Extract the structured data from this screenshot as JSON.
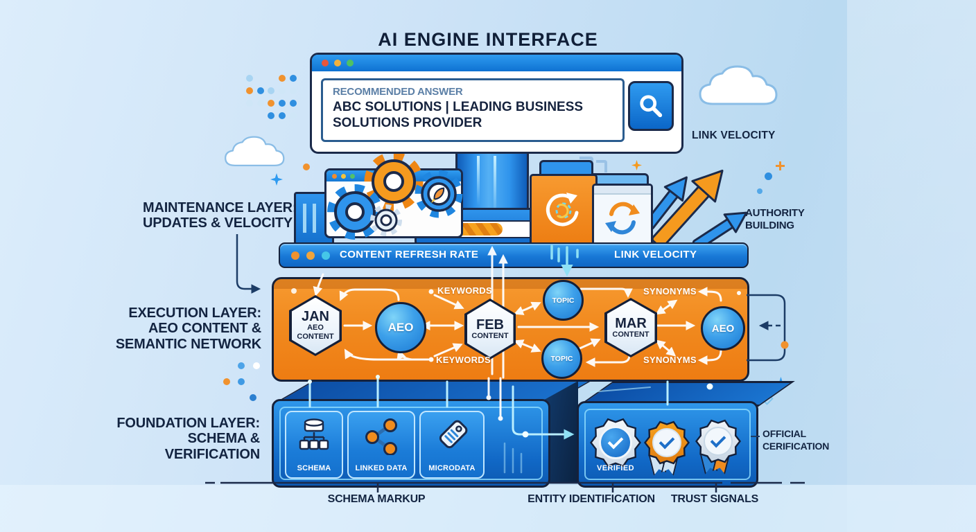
{
  "title": "AI ENGINE INTERFACE",
  "browser": {
    "recommended_label": "RECOMMENDED ANSWER",
    "answer_line1": "ABC SOLUTIONS | LEADING BUSINESS",
    "answer_line2": "SOLUTIONS PROVIDER"
  },
  "maintenance": {
    "label_line1": "MAINTENANCE LAYER:",
    "label_line2": "UPDATES & VELOCITY",
    "bar_left_label": "CONTENT REFRESH RATE",
    "bar_right_label": "LINK VELOCITY",
    "link_velocity_caption": "LINK VELOCITY",
    "authority_line1": "AUTHORITY",
    "authority_line2": "BUILDING"
  },
  "execution": {
    "label_line1": "EXECUTION LAYER:",
    "label_line2": "AEO CONTENT &",
    "label_line3": "SEMANTIC NETWORK",
    "keywords_top": "KEYWORDS",
    "keywords_bottom": "KEYWORDS",
    "synonyms_top": "SYNONYMS",
    "synonyms_bottom": "SYNONYMS",
    "nodes": {
      "jan_line1": "JAN",
      "jan_line2": "AEO",
      "jan_line3": "CONTENT",
      "aeo_left": "AEO",
      "feb_line1": "FEB",
      "feb_line2": "CONTENT",
      "topic_top": "TOPIC",
      "topic_bottom": "TOPIC",
      "mar_line1": "MAR",
      "mar_line2": "CONTENT",
      "aeo_right": "AEO"
    }
  },
  "foundation": {
    "label_line1": "FOUNDATION LAYER:",
    "label_line2": "SCHEMA &",
    "label_line3": "VERIFICATION",
    "cards": [
      {
        "label": "SCHEMA",
        "icon": "database-tree-icon"
      },
      {
        "label": "LINKED DATA",
        "icon": "share-nodes-icon"
      },
      {
        "label": "MICRODATA",
        "icon": "tag-icon"
      }
    ],
    "verified_label": "VERIFIED",
    "official_line1": "OFFICIAL",
    "official_line2": "CERIFICATION"
  },
  "bottom_labels": [
    "SCHEMA MARKUP",
    "ENTITY IDENTIFICATION",
    "TRUST SIGNALS"
  ],
  "icons": {
    "search": "magnifier-icon",
    "gears": "gear-icon",
    "refresh": "refresh-arrows-icon",
    "growth": "growth-arrows-icon",
    "badges": "check-seal-icon"
  },
  "colors": {
    "background": "#c9e2f6",
    "accent_blue": "#1e7ad4",
    "accent_orange": "#f08c1e",
    "navy_outline": "#1b2a4a",
    "cyan": "#7fd9f2",
    "white": "#ffffff"
  }
}
